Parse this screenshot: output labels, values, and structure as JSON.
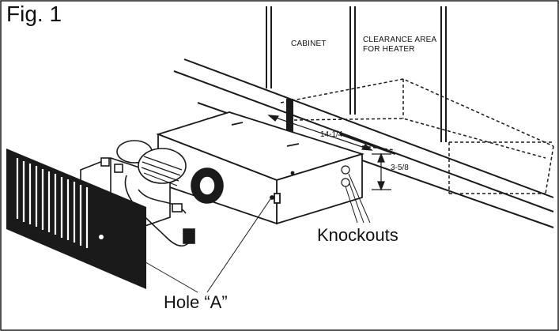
{
  "figure": {
    "title": "Fig. 1",
    "labels": {
      "cabinet": "CABINET",
      "clearance_line1": "CLEARANCE AREA",
      "clearance_line2": "FOR HEATER",
      "dimension_width": "14-1/4",
      "dimension_height": "3-5/8",
      "knockouts": "Knockouts",
      "hole": "Hole “A”"
    }
  },
  "colors": {
    "line": "#1a1a1a",
    "background": "#ffffff",
    "grille": "#1a1a1a"
  }
}
